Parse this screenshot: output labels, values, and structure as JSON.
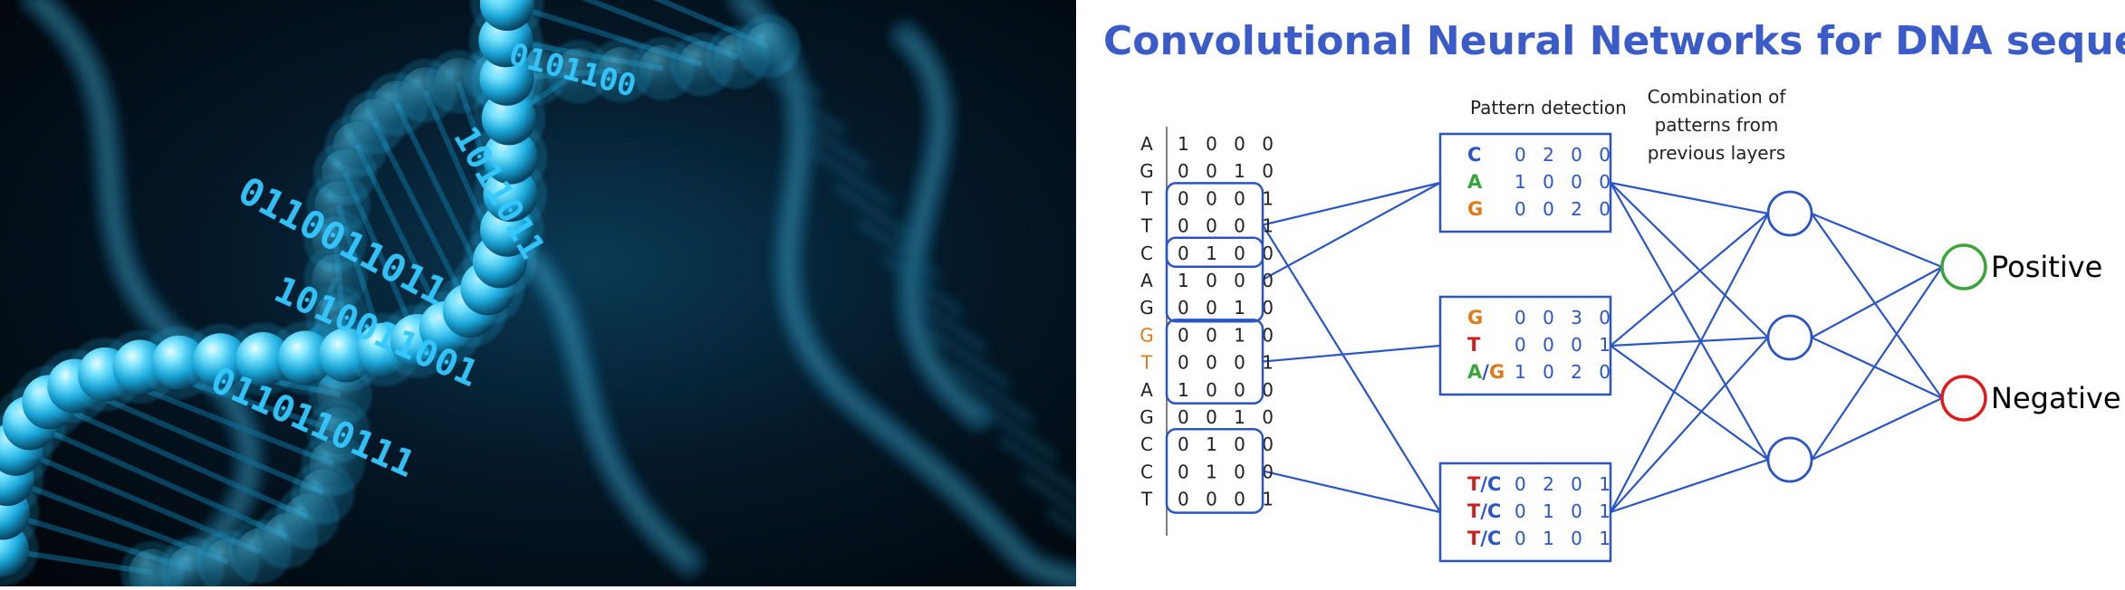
{
  "title": "Convolutional Neural Networks for DNA sequences",
  "headers": {
    "pattern_detection": "Pattern detection",
    "combination": [
      "Combination of",
      "patterns from",
      "previous layers"
    ]
  },
  "sequence": [
    {
      "letter": "A",
      "onehot": "1 0 0 0",
      "color": "#222222"
    },
    {
      "letter": "G",
      "onehot": "0 0 1 0",
      "color": "#222222"
    },
    {
      "letter": "T",
      "onehot": "0 0 0 1",
      "color": "#222222"
    },
    {
      "letter": "T",
      "onehot": "0 0 0 1",
      "color": "#222222"
    },
    {
      "letter": "C",
      "onehot": "0 1 0 0",
      "color": "#222222"
    },
    {
      "letter": "A",
      "onehot": "1 0 0 0",
      "color": "#222222"
    },
    {
      "letter": "G",
      "onehot": "0 0 1 0",
      "color": "#222222"
    },
    {
      "letter": "G",
      "onehot": "0 0 1 0",
      "color": "#e07b1a"
    },
    {
      "letter": "T",
      "onehot": "0 0 0 1",
      "color": "#e07b1a"
    },
    {
      "letter": "A",
      "onehot": "1 0 0 0",
      "color": "#222222"
    },
    {
      "letter": "G",
      "onehot": "0 0 1 0",
      "color": "#222222"
    },
    {
      "letter": "C",
      "onehot": "0 1 0 0",
      "color": "#222222"
    },
    {
      "letter": "C",
      "onehot": "0 1 0 0",
      "color": "#222222"
    },
    {
      "letter": "T",
      "onehot": "0 0 0 1",
      "color": "#222222"
    }
  ],
  "patterns": [
    {
      "rows": [
        {
          "parts": [
            {
              "t": "C",
              "c": "#2b55c6"
            }
          ],
          "values": "0 2 0 0"
        },
        {
          "parts": [
            {
              "t": "A",
              "c": "#3aa53a"
            }
          ],
          "values": "1 0 0 0"
        },
        {
          "parts": [
            {
              "t": "G",
              "c": "#e07b1a"
            }
          ],
          "values": "0 0 2 0"
        }
      ]
    },
    {
      "rows": [
        {
          "parts": [
            {
              "t": "G",
              "c": "#e07b1a"
            }
          ],
          "values": "0 0 3 0"
        },
        {
          "parts": [
            {
              "t": "T",
              "c": "#cc1f1f"
            }
          ],
          "values": "0 0 0 1"
        },
        {
          "parts": [
            {
              "t": "A",
              "c": "#3aa53a"
            },
            {
              "t": "/",
              "c": "#2b55c6"
            },
            {
              "t": "G",
              "c": "#e07b1a"
            }
          ],
          "values": "1 0 2 0"
        }
      ]
    },
    {
      "rows": [
        {
          "parts": [
            {
              "t": "T",
              "c": "#cc1f1f"
            },
            {
              "t": "/",
              "c": "#2b55c6"
            },
            {
              "t": "C",
              "c": "#2b55c6"
            }
          ],
          "values": "0 2 0 1"
        },
        {
          "parts": [
            {
              "t": "T",
              "c": "#cc1f1f"
            },
            {
              "t": "/",
              "c": "#2b55c6"
            },
            {
              "t": "C",
              "c": "#2b55c6"
            }
          ],
          "values": "0 1 0 1"
        },
        {
          "parts": [
            {
              "t": "T",
              "c": "#cc1f1f"
            },
            {
              "t": "/",
              "c": "#2b55c6"
            },
            {
              "t": "C",
              "c": "#2b55c6"
            }
          ],
          "values": "0 1 0 1"
        }
      ]
    }
  ],
  "outputs": [
    {
      "label": "Positive",
      "color": "#3aa53a"
    },
    {
      "label": "Negative",
      "color": "#e01b1b"
    }
  ],
  "colors": {
    "accent_blue": "#3b5bc9",
    "line_blue": "#2b55c6",
    "dna_cyan": "#2fd0ff",
    "dna_background": "#02070d"
  }
}
